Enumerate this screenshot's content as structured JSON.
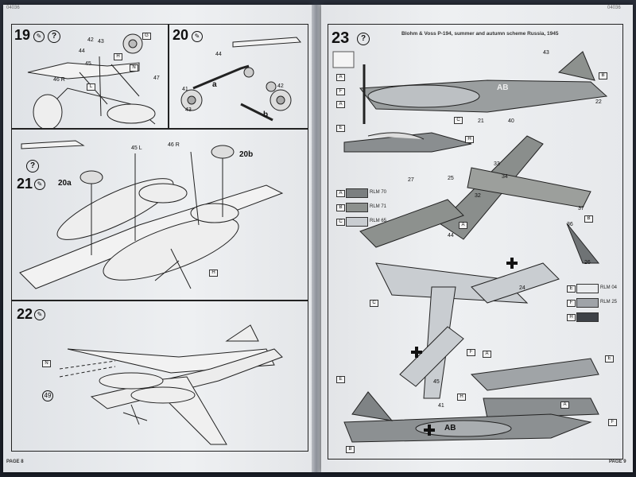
{
  "left_page": {
    "code": "04036",
    "page_label": "PAGE 8",
    "step19": {
      "number": "19",
      "parts": [
        "42",
        "43",
        "44",
        "45",
        "46",
        "47"
      ],
      "part_R": "46 R",
      "part_L": "L"
    },
    "step20": {
      "number": "20",
      "parts": [
        "41",
        "42",
        "43",
        "44"
      ],
      "sub_a": "a",
      "sub_b": "b"
    },
    "step21": {
      "number": "21",
      "part_L": "45 L",
      "part_R": "46 R",
      "sub_20a": "20a",
      "sub_20b": "20b",
      "callout": "H"
    },
    "step22": {
      "number": "22",
      "part": "49",
      "callout": "N"
    }
  },
  "right_page": {
    "code": "04036",
    "page_label": "PAGE 9",
    "step23": {
      "number": "23",
      "title": "Blohm & Voss P-194, summer and autumn scheme Russia, 1945"
    },
    "paints_left": [
      {
        "code": "A",
        "name": "RLM 70",
        "color": "#7b7f80"
      },
      {
        "code": "B",
        "name": "RLM 71",
        "color": "#8d918e"
      },
      {
        "code": "C",
        "name": "RLM 65",
        "color": "#c9cdd1"
      }
    ],
    "paints_right": [
      {
        "code": "E",
        "name": "RLM 04",
        "color": "#e9ebed"
      },
      {
        "code": "F",
        "name": "RLM 25",
        "color": "#9fa3a8"
      },
      {
        "code": "H",
        "name": "",
        "color": "#3e4247"
      }
    ],
    "marking": "AB",
    "decal_numbers": [
      "21",
      "22",
      "24",
      "25",
      "26",
      "27",
      "32",
      "33",
      "34",
      "36",
      "37",
      "40",
      "41",
      "43",
      "44",
      "45"
    ]
  }
}
